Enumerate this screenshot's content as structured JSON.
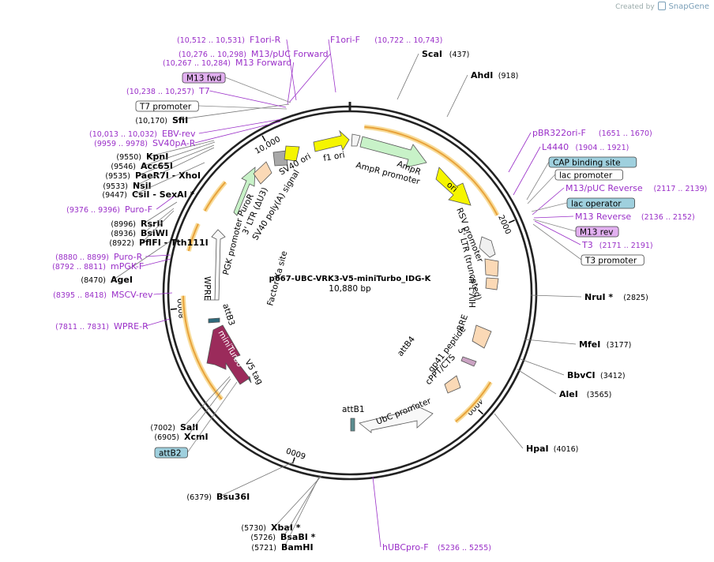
{
  "credit": {
    "prefix": "Created by",
    "brand": "SnapGene"
  },
  "plasmid": {
    "name": "p667-UBC-VRK3-V5-miniTurbo_IDG-K",
    "size_label": "10,880 bp",
    "length": 10880
  },
  "ticks": [
    {
      "bp": 2000,
      "label": "2000"
    },
    {
      "bp": 4000,
      "label": "4000"
    },
    {
      "bp": 6000,
      "label": "6000"
    },
    {
      "bp": 8000,
      "label": "8000"
    },
    {
      "bp": 10000,
      "label": "10,000"
    }
  ],
  "colors": {
    "backbone": "#222222",
    "feature_label": "#9a2fc8",
    "ampr": "#c8f2c8",
    "ori": "#f5f500",
    "f1ori": "#f5f500",
    "orange_bar": "#e8a23a",
    "orange_glow": "#f8dc9a",
    "minituro": "#9b2b5b",
    "puror": "#c8f2c8",
    "primer_box": "#e2b0f0",
    "cap_box": "#9fd0de"
  },
  "sites": [
    {
      "name": "ScaI",
      "pos": "(437)",
      "side": "right"
    },
    {
      "name": "AhdI",
      "pos": "(918)",
      "side": "right"
    },
    {
      "name": "NruI *",
      "pos": "(2825)",
      "side": "right"
    },
    {
      "name": "MfeI",
      "pos": "(3177)",
      "side": "right"
    },
    {
      "name": "BbvCI",
      "pos": "(3412)",
      "side": "right"
    },
    {
      "name": "AleI",
      "pos": "(3565)",
      "side": "right"
    },
    {
      "name": "HpaI",
      "pos": "(4016)",
      "side": "right"
    },
    {
      "name": "SfiI",
      "pos": "(10,170)",
      "side": "left"
    },
    {
      "name": "KpnI",
      "pos": "(9550)",
      "side": "left"
    },
    {
      "name": "Acc65I",
      "pos": "(9546)",
      "side": "left"
    },
    {
      "name": "PaeR7I - XhoI",
      "pos": "(9535)",
      "side": "left"
    },
    {
      "name": "NsiI",
      "pos": "(9533)",
      "side": "left"
    },
    {
      "name": "CsiI - SexAI *",
      "pos": "(9447)",
      "side": "left"
    },
    {
      "name": "RsrII",
      "pos": "(8996)",
      "side": "left"
    },
    {
      "name": "BsiWI",
      "pos": "(8936)",
      "side": "left"
    },
    {
      "name": "PflFI - Tth111I",
      "pos": "(8922)",
      "side": "left"
    },
    {
      "name": "AgeI",
      "pos": "(8470)",
      "side": "left"
    },
    {
      "name": "SalI",
      "pos": "(7002)",
      "side": "left"
    },
    {
      "name": "XcmI",
      "pos": "(6905)",
      "side": "left"
    },
    {
      "name": "Bsu36I",
      "pos": "(6379)",
      "side": "left"
    },
    {
      "name": "XbaI *",
      "pos": "(5730)",
      "side": "left"
    },
    {
      "name": "BsaBI *",
      "pos": "(5726)",
      "side": "left"
    },
    {
      "name": "BamHI",
      "pos": "(5721)",
      "side": "left"
    }
  ],
  "primers": [
    {
      "name": "F1ori-R",
      "range": "(10,512 .. 10,531)"
    },
    {
      "name": "F1ori-F",
      "range": "(10,722 .. 10,743)"
    },
    {
      "name": "M13/pUC Forward",
      "range": "(10,276 .. 10,298)"
    },
    {
      "name": "M13 Forward",
      "range": "(10,267 .. 10,284)"
    },
    {
      "name": "T7",
      "range": "(10,238 .. 10,257)"
    },
    {
      "name": "EBV-rev",
      "range": "(10,013 .. 10,032)"
    },
    {
      "name": "SV40pA-R",
      "range": "(9959 .. 9978)"
    },
    {
      "name": "Puro-F",
      "range": "(9376 .. 9396)"
    },
    {
      "name": "Puro-R",
      "range": "(8880 .. 8899)"
    },
    {
      "name": "mPGK-F",
      "range": "(8792 .. 8811)"
    },
    {
      "name": "MSCV-rev",
      "range": "(8395 .. 8418)"
    },
    {
      "name": "WPRE-R",
      "range": "(7811 .. 7831)"
    },
    {
      "name": "pBR322ori-F",
      "range": "(1651 .. 1670)"
    },
    {
      "name": "L4440",
      "range": "(1904 .. 1921)"
    },
    {
      "name": "M13/pUC Reverse",
      "range": "(2117 .. 2139)"
    },
    {
      "name": "M13 Reverse",
      "range": "(2136 .. 2152)"
    },
    {
      "name": "T3",
      "range": "(2171 .. 2191)"
    },
    {
      "name": "hUBCpro-F",
      "range": "(5236 .. 5255)"
    }
  ],
  "boxes": [
    {
      "name": "M13 fwd",
      "kind": "primer"
    },
    {
      "name": "T7 promoter",
      "kind": "plain"
    },
    {
      "name": "CAP binding site",
      "kind": "cap"
    },
    {
      "name": "lac promoter",
      "kind": "plain"
    },
    {
      "name": "lac operator",
      "kind": "cap"
    },
    {
      "name": "M13 rev",
      "kind": "primer"
    },
    {
      "name": "T3 promoter",
      "kind": "plain"
    },
    {
      "name": "attB2",
      "kind": "cap"
    }
  ],
  "features": [
    {
      "name": "f1 ori"
    },
    {
      "name": "AmpR promoter"
    },
    {
      "name": "AmpR"
    },
    {
      "name": "ori"
    },
    {
      "name": "RSV promoter"
    },
    {
      "name": "5' LTR (truncated)"
    },
    {
      "name": "HIV-1 Ψ"
    },
    {
      "name": "RRE"
    },
    {
      "name": "gp41 peptide"
    },
    {
      "name": "cPPT/CTS"
    },
    {
      "name": "attB4"
    },
    {
      "name": "UbC promoter"
    },
    {
      "name": "attB1"
    },
    {
      "name": "V5 tag"
    },
    {
      "name": "miniTurbo"
    },
    {
      "name": "attB3"
    },
    {
      "name": "WPRE"
    },
    {
      "name": "PGK promoter"
    },
    {
      "name": "PuroR"
    },
    {
      "name": "3' LTR (ΔU3)"
    },
    {
      "name": "SV40 poly(A) signal"
    },
    {
      "name": "SV40 ori"
    },
    {
      "name": "Factor Xa site"
    }
  ]
}
